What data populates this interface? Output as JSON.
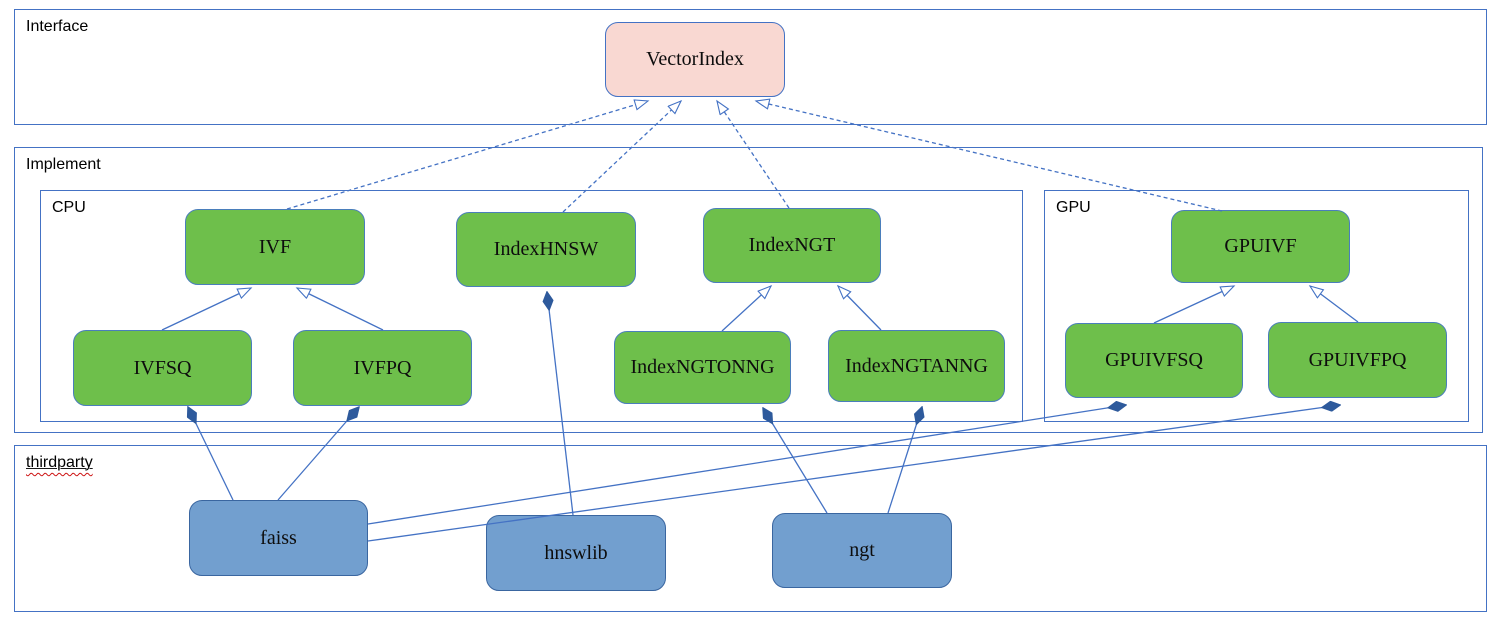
{
  "diagram": {
    "containers": {
      "interface": {
        "label": "Interface"
      },
      "implement": {
        "label": "Implement"
      },
      "cpu": {
        "label": "CPU"
      },
      "gpu": {
        "label": "GPU"
      },
      "thirdparty": {
        "label": "thirdparty"
      }
    },
    "nodes": {
      "vectorindex": {
        "label": "VectorIndex",
        "group": "interface"
      },
      "ivf": {
        "label": "IVF",
        "group": "cpu"
      },
      "indexhnsw": {
        "label": "IndexHNSW",
        "group": "cpu"
      },
      "indexngt": {
        "label": "IndexNGT",
        "group": "cpu"
      },
      "ivfsq": {
        "label": "IVFSQ",
        "group": "cpu"
      },
      "ivfpq": {
        "label": "IVFPQ",
        "group": "cpu"
      },
      "indexngtonng": {
        "label": "IndexNGTONNG",
        "group": "cpu"
      },
      "indexngtanng": {
        "label": "IndexNGTANNG",
        "group": "cpu"
      },
      "gpuivf": {
        "label": "GPUIVF",
        "group": "gpu"
      },
      "gpuivfsq": {
        "label": "GPUIVFSQ",
        "group": "gpu"
      },
      "gpuivfpq": {
        "label": "GPUIVFPQ",
        "group": "gpu"
      },
      "faiss": {
        "label": "faiss",
        "group": "thirdparty"
      },
      "hnswlib": {
        "label": "hnswlib",
        "group": "thirdparty"
      },
      "ngt": {
        "label": "ngt",
        "group": "thirdparty"
      }
    },
    "edges": [
      {
        "from": "IVF",
        "to": "VectorIndex",
        "type": "realization",
        "style": "dashed-hollow-arrow"
      },
      {
        "from": "IndexHNSW",
        "to": "VectorIndex",
        "type": "realization",
        "style": "dashed-hollow-arrow"
      },
      {
        "from": "IndexNGT",
        "to": "VectorIndex",
        "type": "realization",
        "style": "dashed-hollow-arrow"
      },
      {
        "from": "GPUIVF",
        "to": "VectorIndex",
        "type": "realization",
        "style": "dashed-hollow-arrow"
      },
      {
        "from": "IVFSQ",
        "to": "IVF",
        "type": "generalization",
        "style": "solid-hollow-arrow"
      },
      {
        "from": "IVFPQ",
        "to": "IVF",
        "type": "generalization",
        "style": "solid-hollow-arrow"
      },
      {
        "from": "IndexNGTONNG",
        "to": "IndexNGT",
        "type": "generalization",
        "style": "solid-hollow-arrow"
      },
      {
        "from": "IndexNGTANNG",
        "to": "IndexNGT",
        "type": "generalization",
        "style": "solid-hollow-arrow"
      },
      {
        "from": "GPUIVFSQ",
        "to": "GPUIVF",
        "type": "generalization",
        "style": "solid-hollow-arrow"
      },
      {
        "from": "GPUIVFPQ",
        "to": "GPUIVF",
        "type": "generalization",
        "style": "solid-hollow-arrow"
      },
      {
        "from": "faiss",
        "to": "IVFSQ",
        "type": "composition",
        "style": "solid-filled-diamond"
      },
      {
        "from": "faiss",
        "to": "IVFPQ",
        "type": "composition",
        "style": "solid-filled-diamond"
      },
      {
        "from": "faiss",
        "to": "GPUIVFSQ",
        "type": "composition",
        "style": "solid-filled-diamond"
      },
      {
        "from": "faiss",
        "to": "GPUIVFPQ",
        "type": "composition",
        "style": "solid-filled-diamond"
      },
      {
        "from": "hnswlib",
        "to": "IndexHNSW",
        "type": "composition",
        "style": "solid-filled-diamond"
      },
      {
        "from": "ngt",
        "to": "IndexNGTONNG",
        "type": "composition",
        "style": "solid-filled-diamond"
      },
      {
        "from": "ngt",
        "to": "IndexNGTANNG",
        "type": "composition",
        "style": "solid-filled-diamond"
      }
    ],
    "colors": {
      "container_border": "#4472c4",
      "interface_node_fill": "#f9d8d2",
      "implementation_node_fill": "#6ebf4b",
      "thirdparty_node_fill": "#729fcf",
      "edge_line": "#4472c4",
      "diamond_fill": "#2e5a9c",
      "spellcheck_underline": "#cc1111"
    }
  }
}
